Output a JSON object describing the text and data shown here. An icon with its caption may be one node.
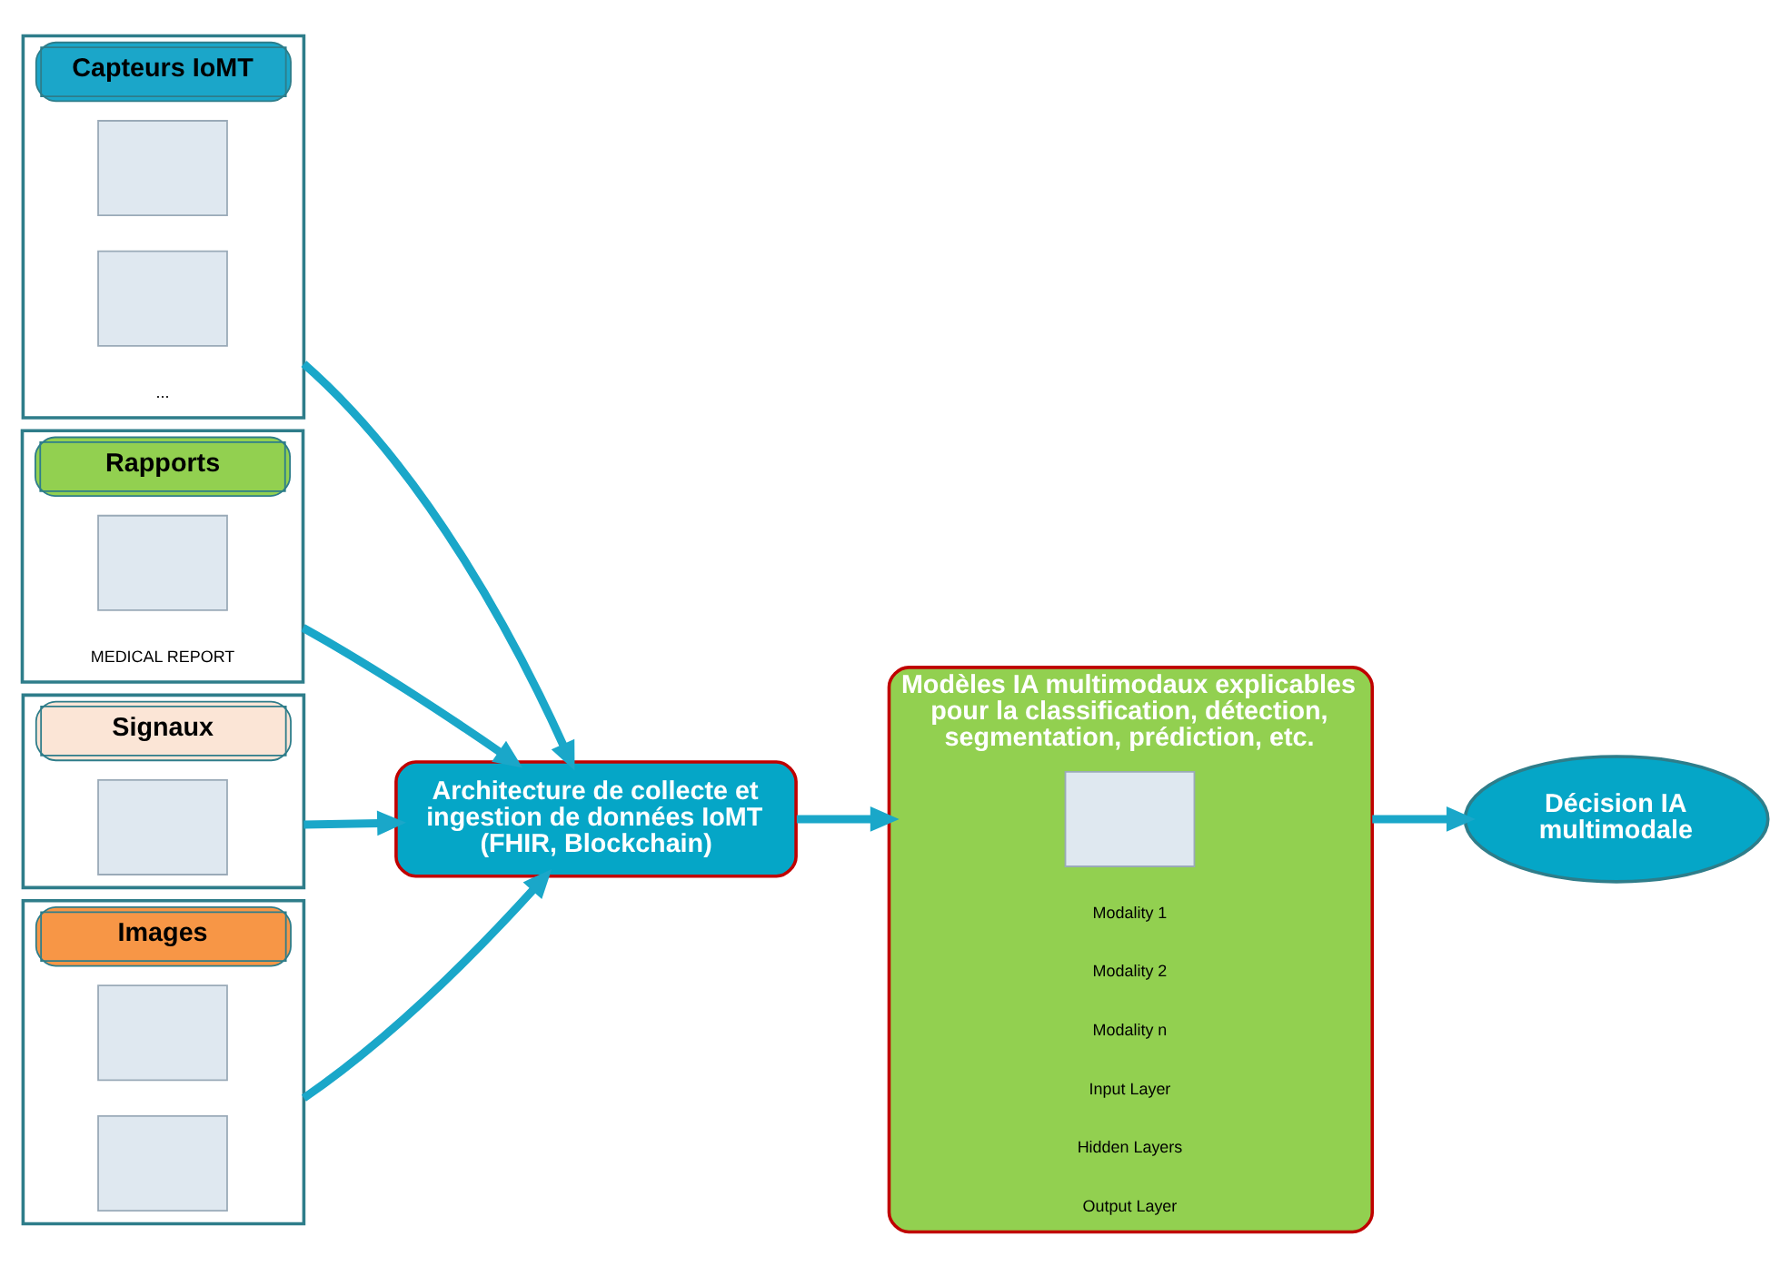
{
  "diagram": {
    "nodes": [
      {
        "text": [
          "Capteurs IoMT"
        ]
      },
      {
        "text": [],
        "shape": "box",
        "in": 0
      },
      {
        "text": [],
        "shape": "box",
        "in": 0
      },
      {
        "text": [
          "Rapports"
        ]
      },
      {
        "text": [],
        "shape": "box",
        "in": 3
      },
      {
        "text": [
          "Signaux"
        ]
      },
      {
        "text": [],
        "shape": "box",
        "in": 5
      },
      {
        "text": [
          "Images"
        ]
      },
      {
        "text": [],
        "shape": "box",
        "in": 7
      },
      {
        "text": [],
        "shape": "box",
        "in": 7
      },
      {
        "text": [
          "Architecture de collecte et ingestion de données IoMT (FHIR, Blockchain)"
        ]
      },
      {
        "text": [
          "Modèles IA multimodaux explicables pour la classification, détection, segmentation, prédiction, etc."
        ]
      },
      {
        "text": [],
        "shape": "box",
        "in": 11
      },
      {
        "text": [
          "Décision IA multimodale"
        ]
      }
    ],
    "edges": [
      {
        "from": 0,
        "to": 10,
        "arrow": "to"
      },
      {
        "from": 3,
        "to": 10,
        "arrow": "to"
      },
      {
        "from": 5,
        "to": 10,
        "arrow": "to"
      },
      {
        "from": 7,
        "to": 10,
        "arrow": "to"
      },
      {
        "from": 10,
        "to": 11,
        "arrow": "to"
      },
      {
        "from": 11,
        "to": 13,
        "arrow": "to"
      }
    ],
    "labels": [
      "...",
      "MEDICAL REPORT",
      "Modality 1",
      "Modality 2",
      "Modality n",
      "Input Layer",
      "Hidden Layers",
      "Output Layer"
    ]
  }
}
